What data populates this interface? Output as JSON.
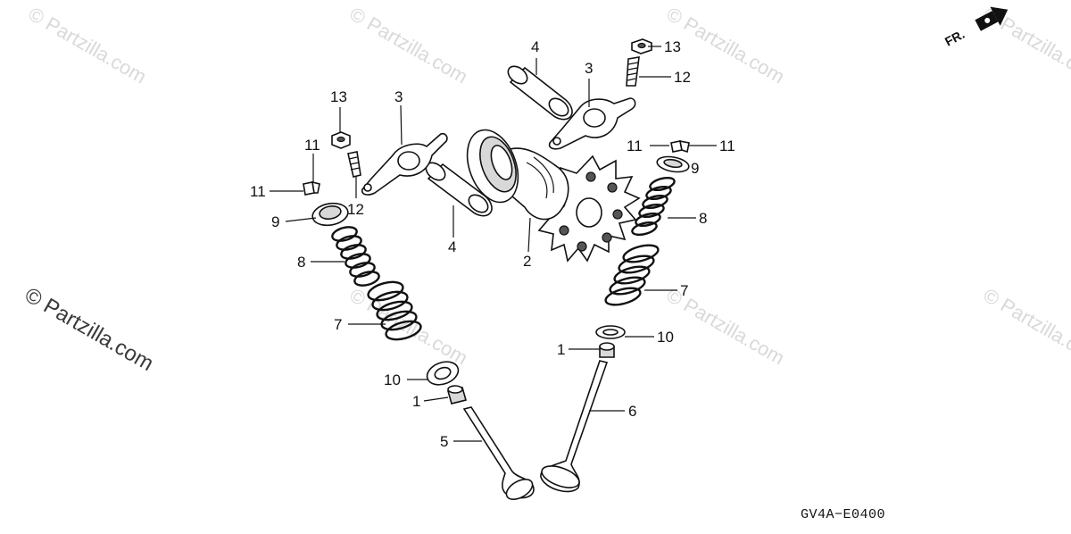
{
  "diagram_code": "GV4A−E0400",
  "front_marker": "FR.",
  "watermark_text": "© Partzilla.com",
  "watermark_main": "© Partzilla.com",
  "callouts": {
    "c1a": "1",
    "c1b": "1",
    "c2": "2",
    "c3a": "3",
    "c3b": "3",
    "c4a": "4",
    "c4b": "4",
    "c5": "5",
    "c6": "6",
    "c7a": "7",
    "c7b": "7",
    "c8a": "8",
    "c8b": "8",
    "c9a": "9",
    "c9b": "9",
    "c10a": "10",
    "c10b": "10",
    "c11a": "11",
    "c11b": "11",
    "c11c": "11",
    "c11d": "11",
    "c12a": "12",
    "c12b": "12",
    "c13a": "13",
    "c13b": "13"
  }
}
